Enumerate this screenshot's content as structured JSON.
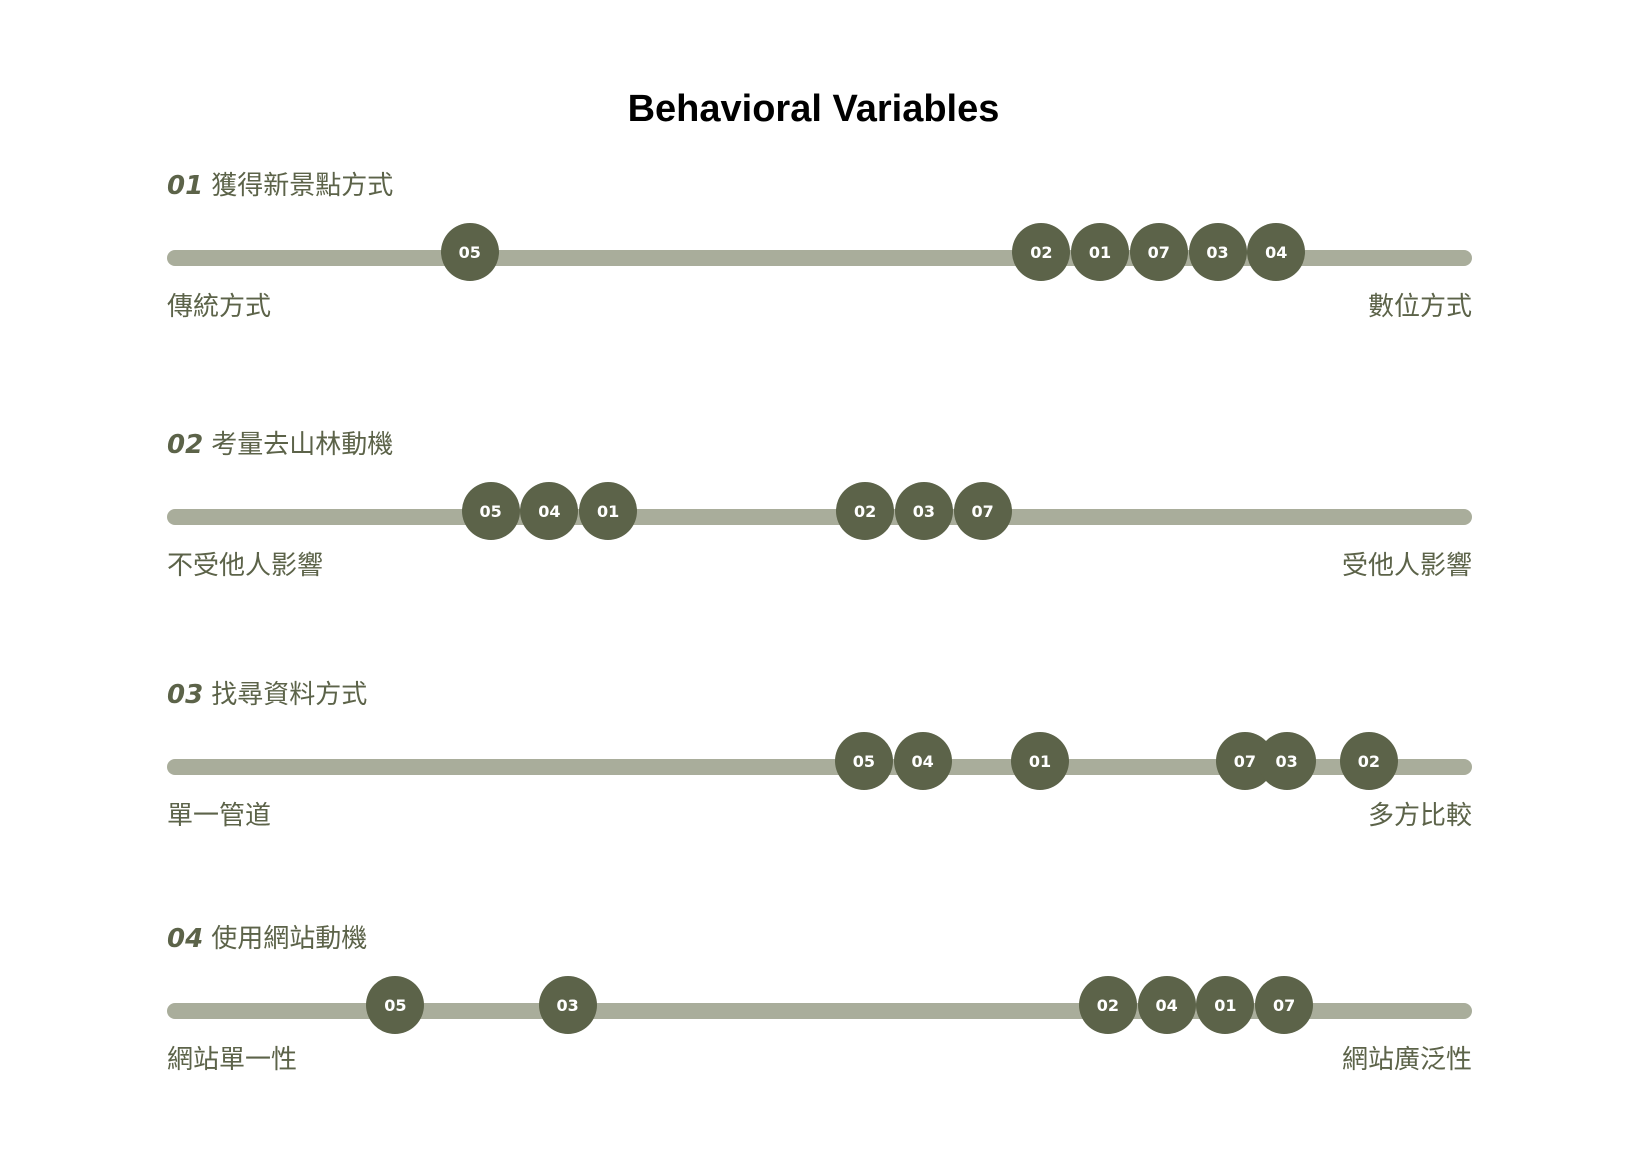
{
  "title": "Behavioral Variables",
  "colors": {
    "dot": "#5c6349",
    "track": "#a9ad9b",
    "label": "#5c6349"
  },
  "variables": [
    {
      "num": "01",
      "label": "獲得新景點方式",
      "left": "傳統方式",
      "right": "數位方式",
      "markers": [
        {
          "id": "05",
          "pos": 0.232
        },
        {
          "id": "02",
          "pos": 0.67
        },
        {
          "id": "01",
          "pos": 0.715
        },
        {
          "id": "07",
          "pos": 0.76
        },
        {
          "id": "03",
          "pos": 0.805
        },
        {
          "id": "04",
          "pos": 0.85
        }
      ]
    },
    {
      "num": "02",
      "label": "考量去山林動機",
      "left": "不受他人影響",
      "right": "受他人影響",
      "markers": [
        {
          "id": "05",
          "pos": 0.248
        },
        {
          "id": "04",
          "pos": 0.293
        },
        {
          "id": "01",
          "pos": 0.338
        },
        {
          "id": "02",
          "pos": 0.535
        },
        {
          "id": "03",
          "pos": 0.58
        },
        {
          "id": "07",
          "pos": 0.625
        }
      ]
    },
    {
      "num": "03",
      "label": "找尋資料方式",
      "left": "單一管道",
      "right": "多方比較",
      "markers": [
        {
          "id": "05",
          "pos": 0.534
        },
        {
          "id": "04",
          "pos": 0.579
        },
        {
          "id": "01",
          "pos": 0.669
        },
        {
          "id": "07",
          "pos": 0.826
        },
        {
          "id": "03",
          "pos": 0.858
        },
        {
          "id": "02",
          "pos": 0.921
        }
      ]
    },
    {
      "num": "04",
      "label": "使用網站動機",
      "left": "網站單一性",
      "right": "網站廣泛性",
      "markers": [
        {
          "id": "05",
          "pos": 0.175
        },
        {
          "id": "03",
          "pos": 0.307
        },
        {
          "id": "02",
          "pos": 0.721
        },
        {
          "id": "04",
          "pos": 0.766
        },
        {
          "id": "01",
          "pos": 0.811
        },
        {
          "id": "07",
          "pos": 0.856
        }
      ]
    }
  ]
}
